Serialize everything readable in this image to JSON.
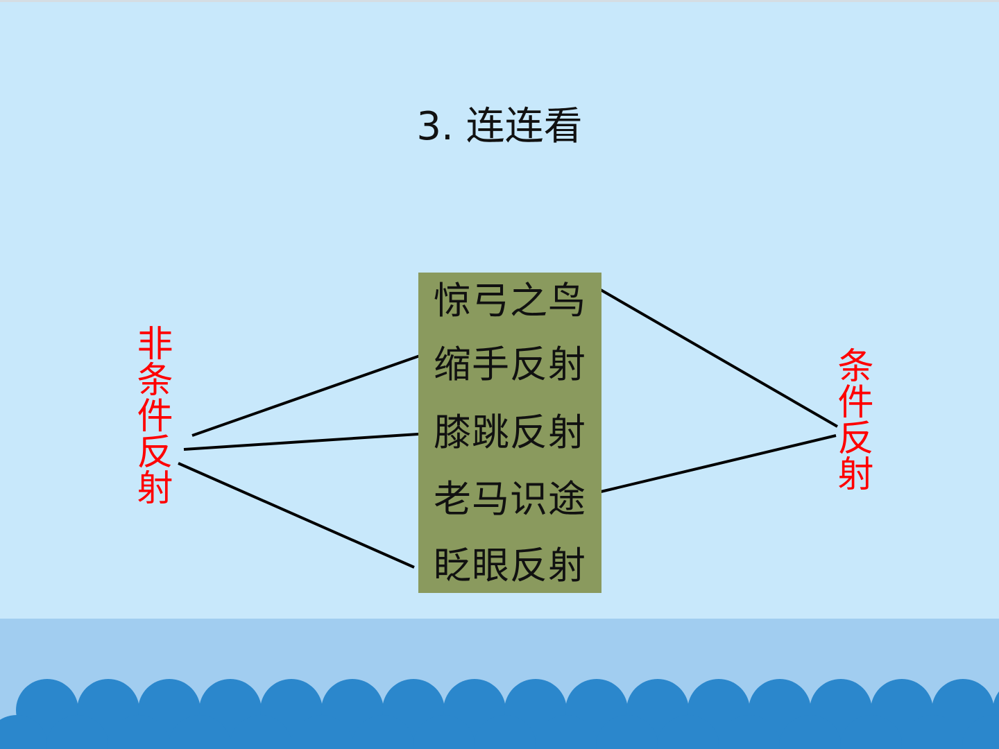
{
  "title": "3. 连连看",
  "items": [
    "惊弓之鸟",
    "缩手反射",
    "膝跳反射",
    "老马识途",
    "眨眼反射"
  ],
  "left_label": "非条件反射",
  "right_label": "条件反射",
  "colors": {
    "background": "#c8e8fb",
    "box": "#8a9a5e",
    "label": "#ff0000",
    "band": "#a1cdf0",
    "wave": "#2b87cc"
  }
}
